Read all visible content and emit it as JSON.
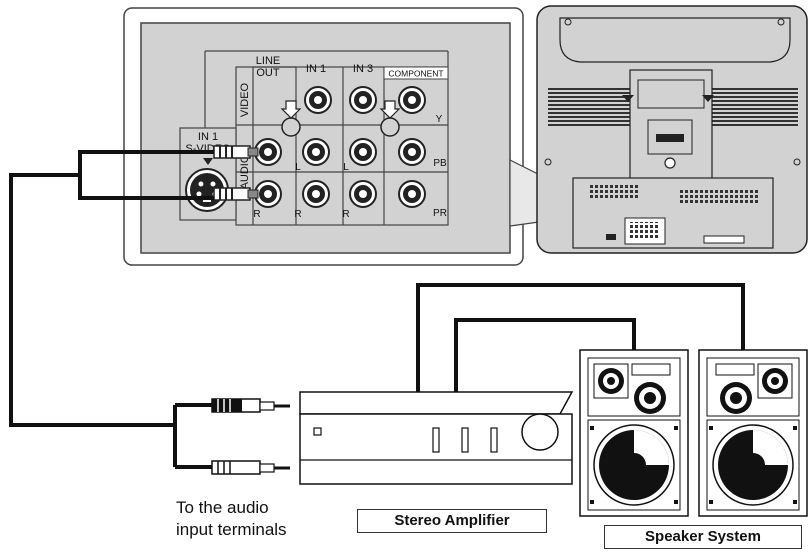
{
  "panel": {
    "line_out": [
      "LINE",
      "OUT"
    ],
    "in1": "IN 1",
    "in3": "IN 3",
    "component": "COMPONENT",
    "video": "VIDEO",
    "audio": "AUDIO",
    "s_video": [
      "IN 1",
      "S-VIDEO"
    ],
    "y": "Y",
    "pb": "PB",
    "pr": "PR",
    "l": "L",
    "r": "R"
  },
  "captions": {
    "audio_input": [
      "To the audio",
      "input terminals"
    ],
    "stereo_amplifier": "Stereo Amplifier",
    "speaker_system": "Speaker System"
  }
}
